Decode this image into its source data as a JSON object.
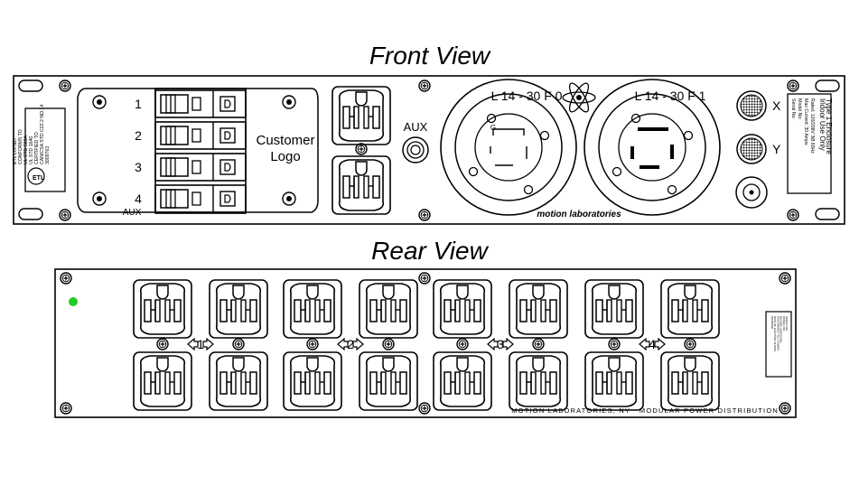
{
  "titles": {
    "front": "Front View",
    "rear": "Rear View"
  },
  "front": {
    "breakers": [
      {
        "label": "1"
      },
      {
        "label": "2"
      },
      {
        "label": "3"
      },
      {
        "label": "4",
        "sublabel": "AUX"
      }
    ],
    "customer_logo": [
      "Customer",
      "Logo"
    ],
    "aux_label": "AUX",
    "twistlocks": [
      {
        "label": "L 14 - 30 F 0"
      },
      {
        "label": "L 14 - 30 F 1"
      }
    ],
    "connectors": [
      {
        "label": "X"
      },
      {
        "label": "Y"
      }
    ],
    "brand": "motion laboratories",
    "etl_label": [
      "ETL LISTED",
      "CONFORMS TO",
      "UL STD 508A",
      "UL STD 1640",
      "CERTIFIED TO",
      "CAN/CSA STD C22.2 NO.14",
      "3009763"
    ],
    "info_label": [
      "Type 1 Enclosure",
      "Indoor Use Only",
      "Rated: 120/208V 3Ø 60Hz",
      "Max Current: 30 Amps",
      "Model No:",
      "Serial No:"
    ]
  },
  "rear": {
    "groups": [
      {
        "label": "1"
      },
      {
        "label": "2"
      },
      {
        "label": "3"
      },
      {
        "label": "4"
      }
    ],
    "footer": "MOTION LABORATORIES, NY   MODULAR POWER DISTRIBUTION",
    "tag_lines": [
      "WARNING",
      "RISK OF ELECTRIC SHOCK",
      "DISCONNECT ALL POWER",
      "BEFORE SERVICING",
      "MODEL NO.",
      "SERIAL NO."
    ],
    "indicator_color": "#22cc22"
  }
}
